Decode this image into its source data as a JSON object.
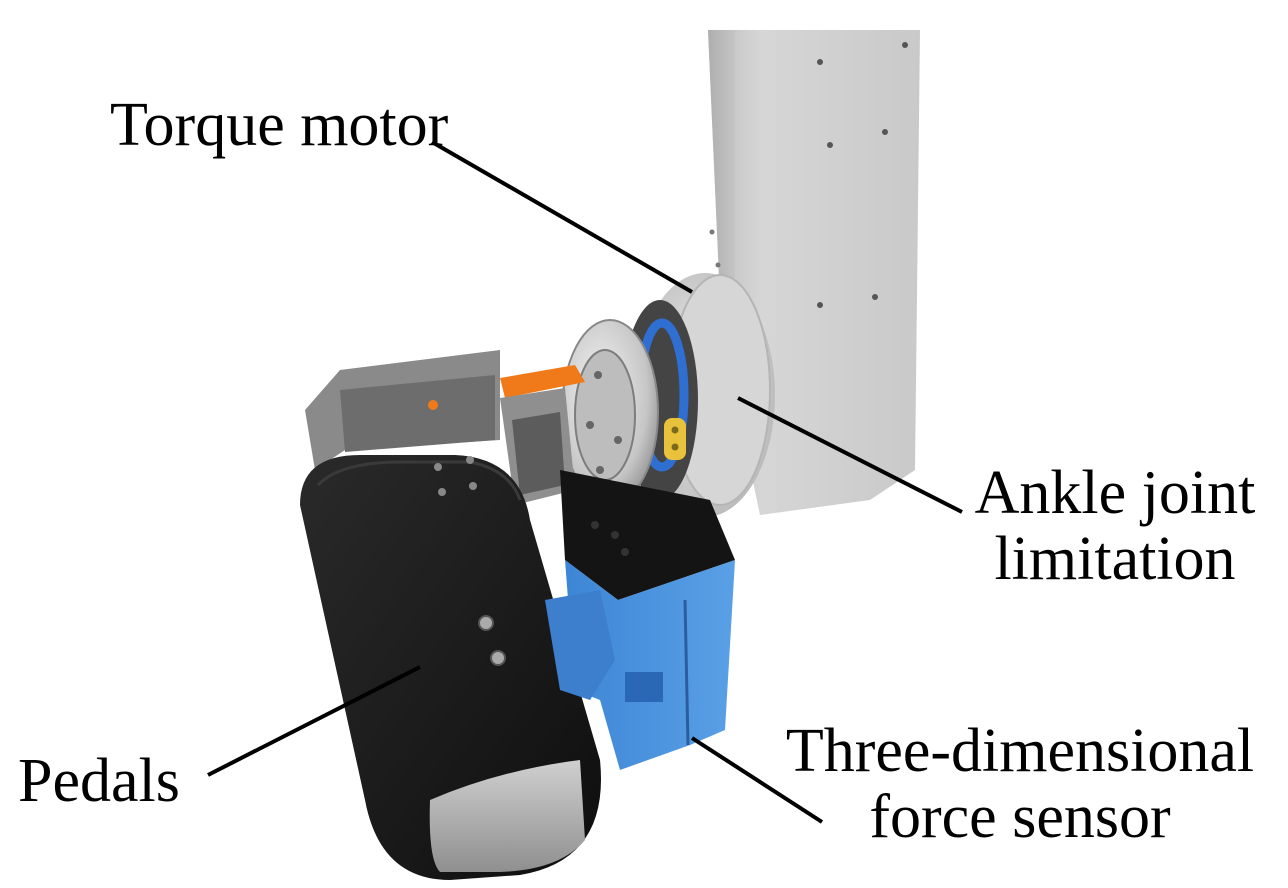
{
  "labels": {
    "torque_motor": "Torque motor",
    "ankle_joint_line1": "Ankle joint",
    "ankle_joint_line2": "limitation",
    "pedals": "Pedals",
    "force_sensor_line1": "Three-dimensional",
    "force_sensor_line2": "force sensor"
  },
  "colors": {
    "frame": "#cfcfcf",
    "frame_shadow": "#a9a9a9",
    "motor_ring": "#d9d9d9",
    "blue_ring": "#2f6fd1",
    "yellow_part": "#e8c23a",
    "orange_part": "#f07a1a",
    "pedal": "#1a1a1a",
    "sensor_blue": "#4a90d9",
    "sensor_top": "#141414",
    "leader_line": "#000000"
  }
}
